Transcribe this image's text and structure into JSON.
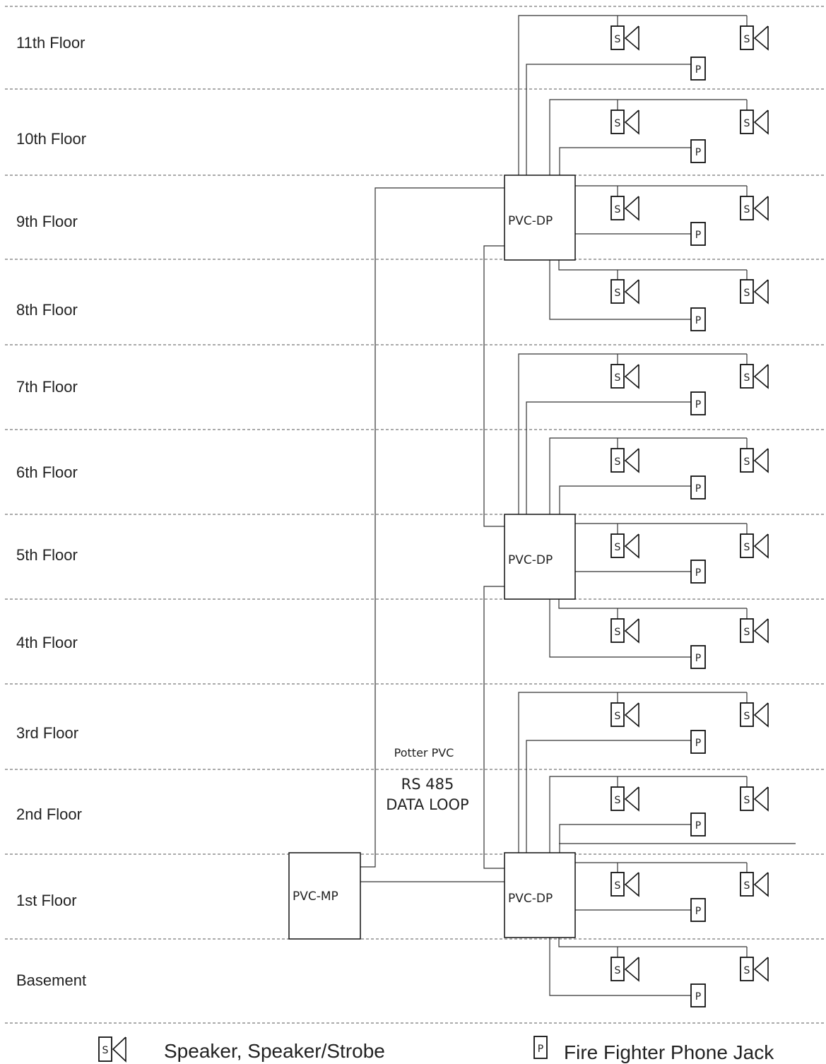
{
  "floors": [
    "11th Floor",
    "10th Floor",
    "9th Floor",
    "8th Floor",
    "7th Floor",
    "6th Floor",
    "5th Floor",
    "4th Floor",
    "3rd Floor",
    "2nd Floor",
    "1st Floor",
    "Basement"
  ],
  "panels": {
    "main": "PVC-MP",
    "distribution": [
      "PVC-DP",
      "PVC-DP",
      "PVC-DP"
    ]
  },
  "device_letters": {
    "speaker": "S",
    "phone": "P"
  },
  "annotations": {
    "potter": "Potter PVC",
    "rs485_line1": "RS 485",
    "rs485_line2": "DATA LOOP"
  },
  "legend": {
    "speaker_label": "Speaker, Speaker/Strobe",
    "phone_label": "Fire Fighter Phone Jack"
  },
  "colors": {
    "line": "#333333",
    "text": "#222222",
    "background": "#ffffff"
  }
}
